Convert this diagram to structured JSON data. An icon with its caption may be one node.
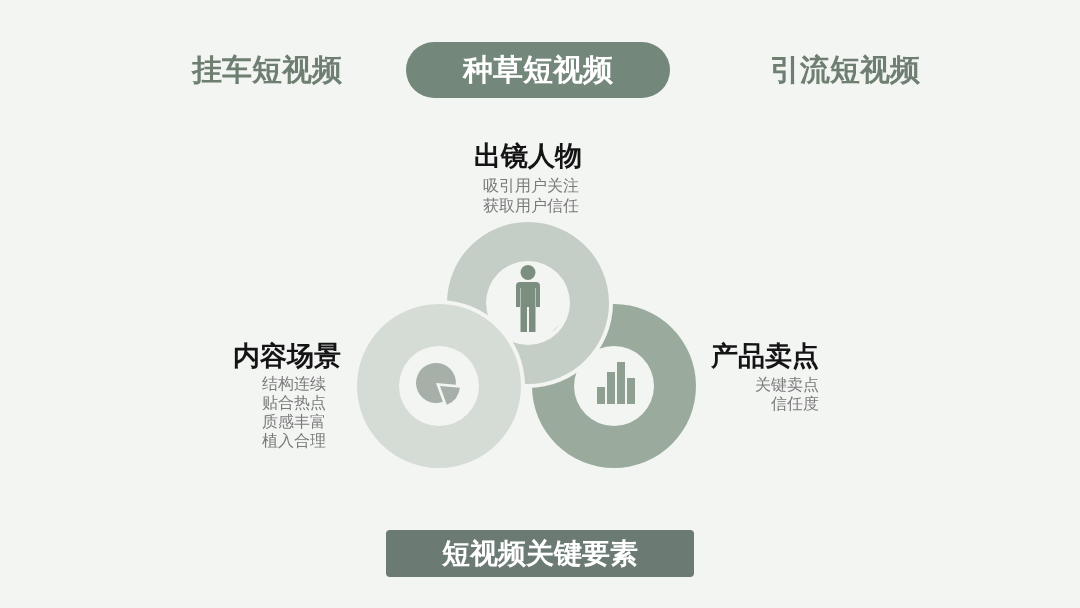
{
  "diagram": {
    "nodes": [
      {
        "text": [
          "种草短视频"
        ]
      },
      {
        "text": [
          "短视频关键要素"
        ]
      }
    ],
    "labels": [
      "挂车短视频",
      "引流短视频",
      "出镜人物",
      "吸引用户关注",
      "获取用户信任",
      "内容场景",
      "结构连续",
      "贴合热点",
      "质感丰富",
      "植入合理",
      "产品卖点",
      "关键卖点",
      "信任度"
    ]
  }
}
